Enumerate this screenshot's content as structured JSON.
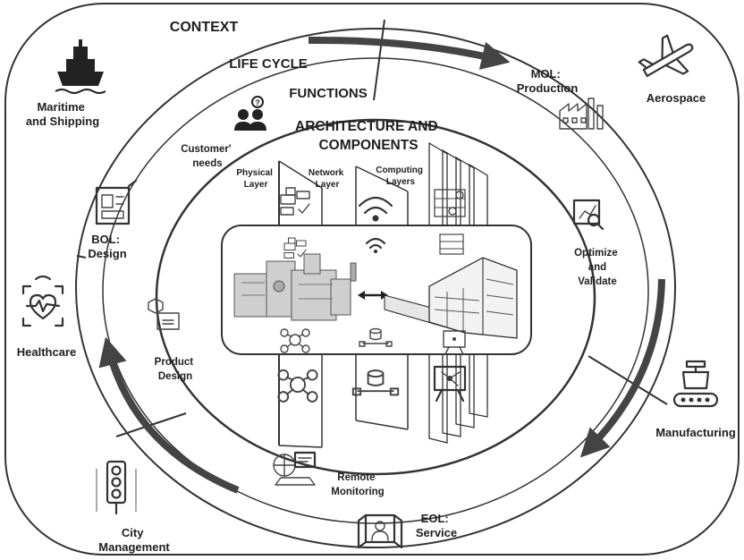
{
  "context": {
    "title": "CONTEXT",
    "domains": {
      "maritime": "Maritime and Shipping",
      "aerospace": "Aerospace",
      "healthcare": "Healthcare",
      "manufacturing": "Manufacturing",
      "city": "City Management"
    }
  },
  "lifecycle": {
    "title": "LIFE CYCLE",
    "bol": "BOL: Design",
    "mol": "MOL: Production",
    "eol": "EOL: Service"
  },
  "functions": {
    "title": "FUNCTIONS",
    "customer_needs": "Customer' needs",
    "optimize": "Optimize and Validate",
    "product_design": "Product Design",
    "remote_monitoring": "Remote Monitoring"
  },
  "architecture": {
    "title": "ARCHITECTURE AND COMPONENTS",
    "layers": {
      "physical": "Physical Layer",
      "network": "Network Layer",
      "computing": "Computing Layers"
    }
  },
  "icons": [
    "ship-icon",
    "airplane-icon",
    "heart-monitor-icon",
    "robot-arm-icon",
    "traffic-light-icon",
    "blueprint-icon",
    "factory-icon",
    "users-icon",
    "chart-magnifier-icon",
    "product-cube-icon",
    "remote-monitor-icon",
    "service-window-icon",
    "wifi-icon",
    "network-icon",
    "database-icon",
    "presentation-icon",
    "server-icon"
  ]
}
